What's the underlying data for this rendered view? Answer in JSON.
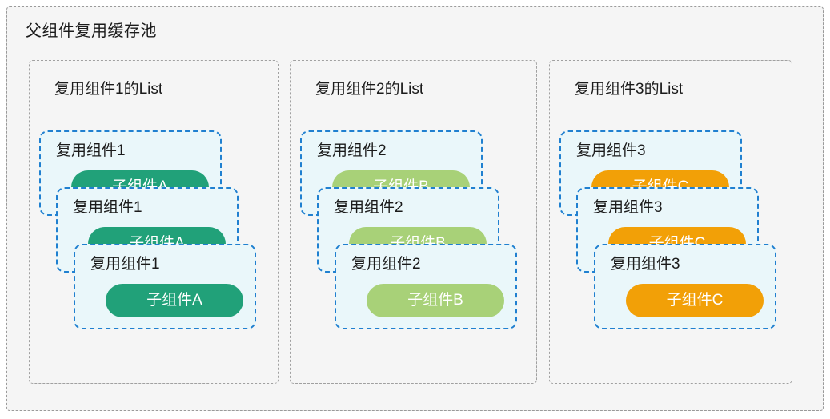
{
  "diagram": {
    "title": "父组件复用缓存池",
    "background_color": "#f5f5f5",
    "border_color": "#9a9a9a",
    "columns": [
      {
        "label": "复用组件1的List",
        "card_label": "复用组件1",
        "child_label": "子组件A",
        "child_color": "#21a179",
        "card_background": "#eaf7fa",
        "card_border": "#2080d0",
        "card_count": 3
      },
      {
        "label": "复用组件2的List",
        "card_label": "复用组件2",
        "child_label": "子组件B",
        "child_color": "#a8d178",
        "card_background": "#eaf7fa",
        "card_border": "#2080d0",
        "card_count": 3
      },
      {
        "label": "复用组件3的List",
        "card_label": "复用组件3",
        "child_label": "子组件C",
        "child_color": "#f2a007",
        "card_background": "#eaf7fa",
        "card_border": "#2080d0",
        "card_count": 3
      }
    ]
  }
}
